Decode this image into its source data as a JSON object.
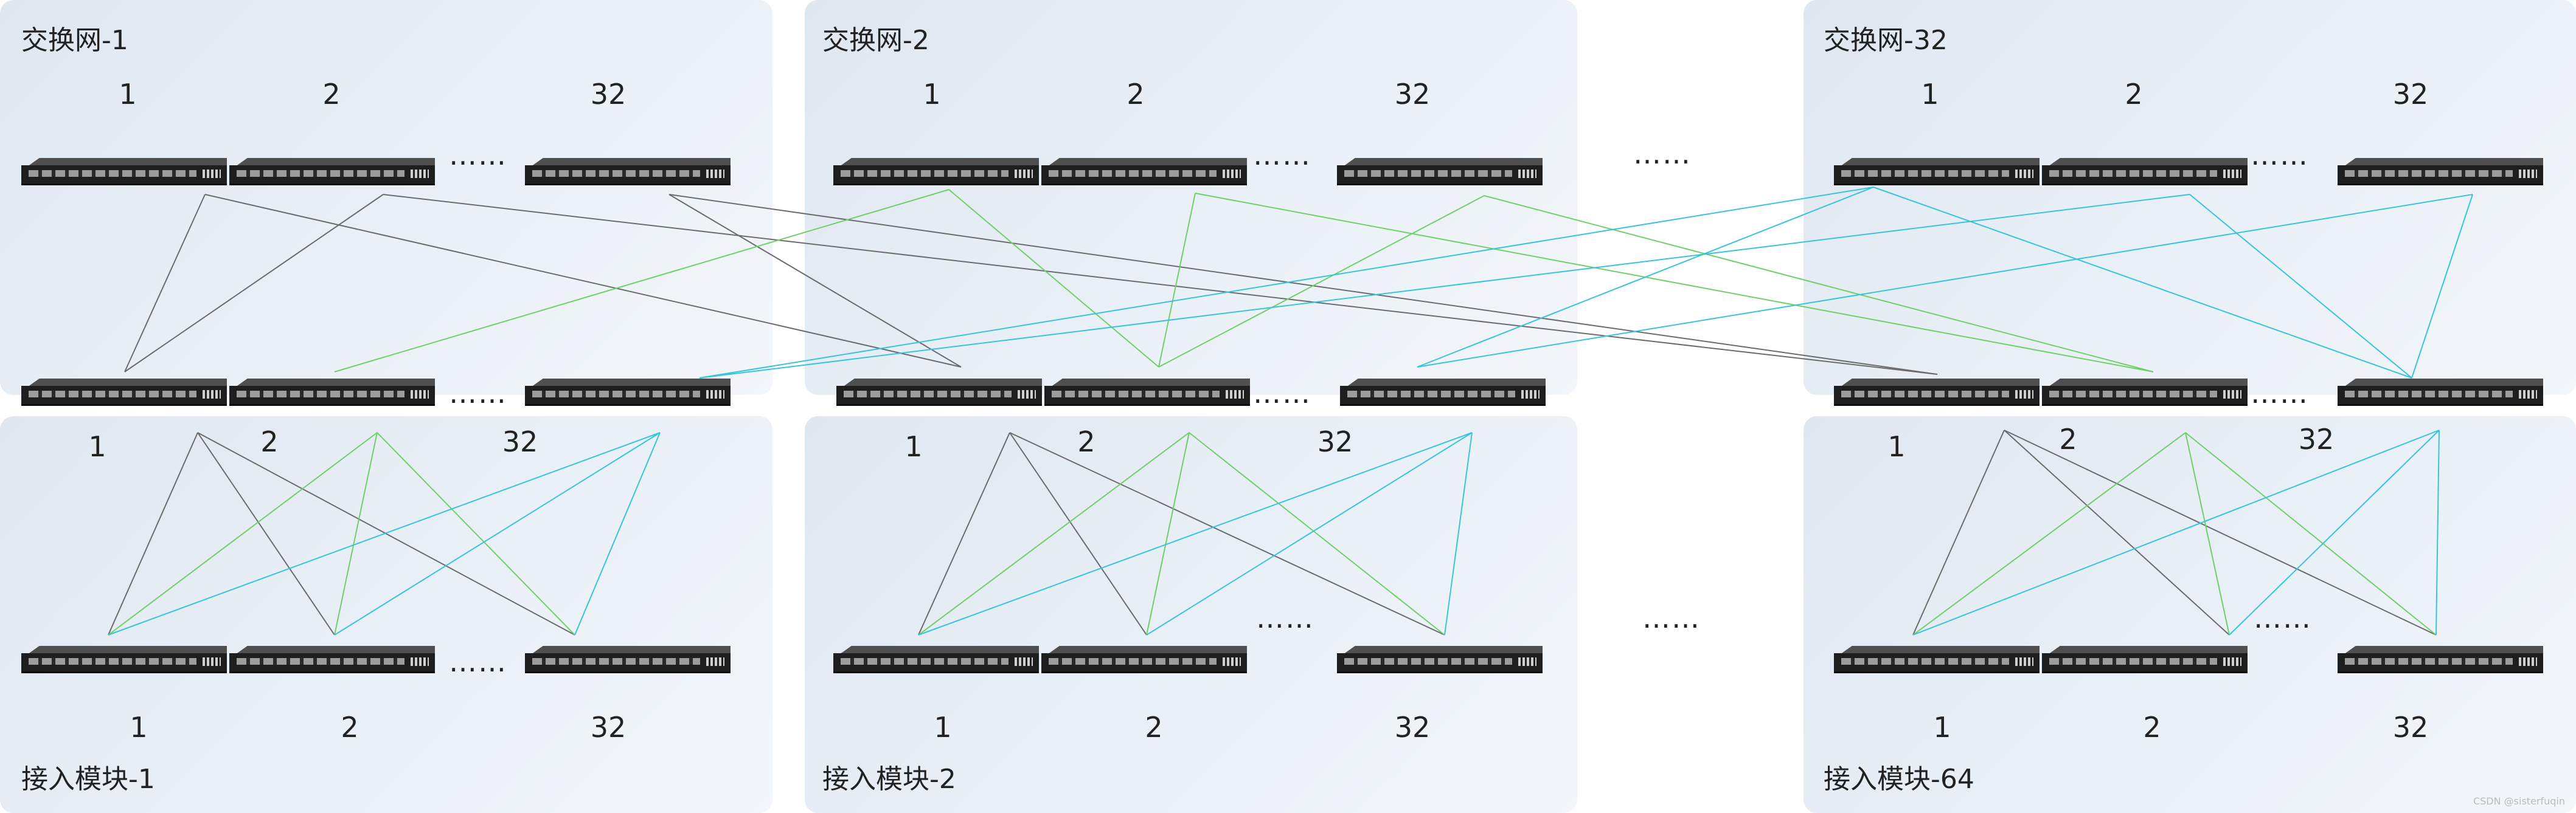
{
  "switch_groups": [
    {
      "title": "交换网-1",
      "labels": [
        "1",
        "2",
        "32"
      ]
    },
    {
      "title": "交换网-2",
      "labels": [
        "1",
        "2",
        "32"
      ]
    },
    {
      "title": "交换网-32",
      "labels": [
        "1",
        "2",
        "32"
      ]
    }
  ],
  "access_modules": [
    {
      "title": "接入模块-1",
      "top_labels": [
        "1",
        "2",
        "32"
      ],
      "bottom_labels": [
        "1",
        "2",
        "32"
      ]
    },
    {
      "title": "接入模块-2",
      "top_labels": [
        "1",
        "2",
        "32"
      ],
      "bottom_labels": [
        "1",
        "2",
        "32"
      ]
    },
    {
      "title": "接入模块-64",
      "top_labels": [
        "1",
        "2",
        "32"
      ],
      "bottom_labels": [
        "1",
        "2",
        "32"
      ]
    }
  ],
  "ellipsis": "……",
  "colors": {
    "group1": "#6b6b6b",
    "group2": "#6fd06a",
    "group32": "#38c4d8"
  },
  "watermark": "CSDN @sisterfuqin"
}
